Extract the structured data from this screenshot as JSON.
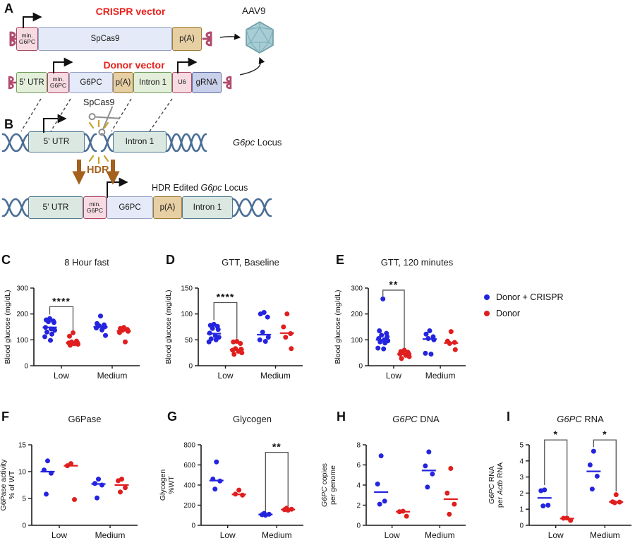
{
  "colors": {
    "blue": "#2424DF",
    "red": "#E01E1E",
    "title_red": "#E8221C",
    "hdr_brown": "#A4601C",
    "helix": "#4A6E96",
    "itr": "#B24A6E",
    "axis": "#1A1A1A",
    "aav_fill": "#A9CDD4",
    "aav_stroke": "#6D9AA4"
  },
  "diagram": {
    "panel_a_letter": "A",
    "panel_b_letter": "B",
    "aav_label": "AAV9",
    "crispr_vector": {
      "title": "CRISPR vector",
      "promoter_l1": "min.",
      "promoter_l2": "G6PC",
      "cds": "SpCas9",
      "pa": "p(A)"
    },
    "donor_vector": {
      "title": "Donor vector",
      "utr5": "5' UTR",
      "promoter_l1": "min.",
      "promoter_l2": "G6PC",
      "cds": "G6PC",
      "pa": "p(A)",
      "intron": "Intron 1",
      "u6": "U6",
      "grna": "gRNA"
    },
    "cut_enzyme": "SpCas9",
    "hdr": "HDR",
    "locus": {
      "utr5": "5' UTR",
      "intron": "Intron 1",
      "gene": "G6pc",
      "rest": " Locus"
    },
    "edited": {
      "prefix": "HDR Edited ",
      "gene": "G6pc",
      "suffix": " Locus",
      "utr5": "5' UTR",
      "promoter_l1": "min.",
      "promoter_l2": "G6PC",
      "cds": "G6PC",
      "pa": "p(A)",
      "intron": "Intron 1"
    }
  },
  "legend": {
    "items": [
      {
        "label": "Donor + CRISPR",
        "color": "blue"
      },
      {
        "label": "Donor",
        "color": "red"
      }
    ]
  },
  "chart_data": [
    {
      "letter": "C",
      "type": "scatter",
      "title": [
        "8 Hour fast"
      ],
      "ylabel": [
        [
          "Blood glucose (mg/dL)"
        ]
      ],
      "ylim": [
        0,
        300
      ],
      "yticks": [
        0,
        100,
        200,
        300
      ],
      "categories": [
        "Low",
        "Medium"
      ],
      "series": [
        {
          "group": "Low",
          "name": "Donor + CRISPR",
          "color": "blue",
          "values": [
            182,
            177,
            173,
            170,
            167,
            148,
            142,
            137,
            130,
            122,
            112,
            98
          ],
          "mean": 148
        },
        {
          "group": "Low",
          "name": "Donor",
          "color": "red",
          "values": [
            127,
            114,
            95,
            92,
            90,
            88,
            85,
            83,
            79
          ],
          "mean": 88
        },
        {
          "group": "Medium",
          "name": "Donor + CRISPR",
          "color": "blue",
          "values": [
            192,
            163,
            158,
            154,
            150,
            146,
            138,
            117
          ],
          "mean": 150
        },
        {
          "group": "Medium",
          "name": "Donor",
          "color": "red",
          "values": [
            148,
            144,
            140,
            137,
            133,
            128,
            92
          ],
          "mean": 135
        }
      ],
      "sig": [
        {
          "l": 0,
          "r": 1,
          "top": 228,
          "ldrop": 198,
          "rdrop": 135,
          "label": "****"
        }
      ]
    },
    {
      "letter": "D",
      "type": "scatter",
      "title": [
        "GTT, Baseline"
      ],
      "ylabel": [
        [
          "Blood glucose (mg/dL)"
        ]
      ],
      "ylim": [
        0,
        150
      ],
      "yticks": [
        0,
        50,
        100,
        150
      ],
      "categories": [
        "Low",
        "Medium"
      ],
      "series": [
        {
          "group": "Low",
          "name": "Donor + CRISPR",
          "color": "blue",
          "values": [
            80,
            78,
            76,
            72,
            70,
            63,
            58,
            55,
            52,
            50,
            46
          ],
          "mean": 62
        },
        {
          "group": "Low",
          "name": "Donor",
          "color": "red",
          "values": [
            47,
            46,
            43,
            33,
            32,
            30,
            28,
            25,
            22
          ],
          "mean": 31
        },
        {
          "group": "Medium",
          "name": "Donor + CRISPR",
          "color": "blue",
          "values": [
            103,
            100,
            94,
            65,
            55,
            50,
            47
          ],
          "mean": 60
        },
        {
          "group": "Medium",
          "name": "Donor",
          "color": "red",
          "values": [
            100,
            75,
            62,
            55,
            33
          ],
          "mean": 63
        }
      ],
      "sig": [
        {
          "l": 0,
          "r": 1,
          "top": 122,
          "ldrop": 88,
          "rdrop": 52,
          "label": "****"
        }
      ]
    },
    {
      "letter": "E",
      "type": "scatter",
      "title": [
        "GTT, 120 minutes"
      ],
      "ylabel": [
        [
          "Blood glucose (mg/dL)"
        ]
      ],
      "ylim": [
        0,
        300
      ],
      "yticks": [
        0,
        100,
        200,
        300
      ],
      "categories": [
        "Low",
        "Medium"
      ],
      "series": [
        {
          "group": "Low",
          "name": "Donor + CRISPR",
          "color": "blue",
          "values": [
            258,
            135,
            125,
            118,
            112,
            105,
            100,
            96,
            92,
            88,
            68,
            65
          ],
          "mean": 100
        },
        {
          "group": "Low",
          "name": "Donor",
          "color": "red",
          "values": [
            60,
            55,
            52,
            50,
            47,
            45,
            40,
            35,
            28
          ],
          "mean": 45
        },
        {
          "group": "Medium",
          "name": "Donor + CRISPR",
          "color": "blue",
          "values": [
            135,
            122,
            112,
            105,
            100,
            48,
            45
          ],
          "mean": 103
        },
        {
          "group": "Medium",
          "name": "Donor",
          "color": "red",
          "values": [
            132,
            95,
            90,
            86,
            62
          ],
          "mean": 88
        }
      ],
      "sig": [
        {
          "l": 0,
          "r": 1,
          "top": 292,
          "ldrop": 268,
          "rdrop": 66,
          "label": "**"
        }
      ]
    },
    {
      "letter": "F",
      "type": "scatter",
      "title": [
        "G6Pase"
      ],
      "ylabel": [
        [
          "G6Pase activity"
        ],
        [
          "% of WT"
        ]
      ],
      "ylim": [
        0,
        15
      ],
      "yticks": [
        0,
        5,
        10,
        15
      ],
      "categories": [
        "Low",
        "Medium"
      ],
      "series": [
        {
          "group": "Low",
          "name": "Donor + CRISPR",
          "color": "blue",
          "values": [
            12.0,
            10.3,
            9.7,
            5.8
          ],
          "mean": 10.0
        },
        {
          "group": "Low",
          "name": "Donor",
          "color": "red",
          "values": [
            11.5,
            11.1,
            4.8
          ],
          "mean": 11.1
        },
        {
          "group": "Medium",
          "name": "Donor + CRISPR",
          "color": "blue",
          "values": [
            8.6,
            7.8,
            7.5,
            5.1
          ],
          "mean": 7.7
        },
        {
          "group": "Medium",
          "name": "Donor",
          "color": "red",
          "values": [
            8.6,
            8.3,
            7.0,
            6.2
          ],
          "mean": 7.5
        }
      ],
      "sig": []
    },
    {
      "letter": "G",
      "type": "scatter",
      "title": [
        "Glycogen"
      ],
      "ylabel": [
        [
          "Glycogen"
        ],
        [
          "%WT"
        ]
      ],
      "ylim": [
        0,
        800
      ],
      "yticks": [
        0,
        200,
        400,
        600,
        800
      ],
      "categories": [
        "Low",
        "Medium"
      ],
      "series": [
        {
          "group": "Low",
          "name": "Donor + CRISPR",
          "color": "blue",
          "values": [
            630,
            460,
            440,
            360
          ],
          "mean": 445
        },
        {
          "group": "Low",
          "name": "Donor",
          "color": "red",
          "values": [
            350,
            310,
            300
          ],
          "mean": 307
        },
        {
          "group": "Medium",
          "name": "Donor + CRISPR",
          "color": "blue",
          "values": [
            100,
            105,
            110,
            118
          ],
          "mean": 107
        },
        {
          "group": "Medium",
          "name": "Donor",
          "color": "red",
          "values": [
            150,
            155,
            160,
            170
          ],
          "mean": 156
        }
      ],
      "sig": [
        {
          "l": 2,
          "r": 3,
          "top": 725,
          "ldrop": 135,
          "rdrop": 190,
          "label": "**"
        }
      ]
    },
    {
      "letter": "H",
      "type": "scatter",
      "title": [
        {
          "t": "G6PC",
          "i": true
        },
        {
          "t": " DNA"
        }
      ],
      "ylabel": [
        [
          {
            "t": "G6PC",
            "i": true
          },
          {
            "t": " copies"
          }
        ],
        [
          "per genome"
        ]
      ],
      "ylim": [
        0,
        8
      ],
      "yticks": [
        0,
        2,
        4,
        6,
        8
      ],
      "categories": [
        "Low",
        "Medium"
      ],
      "series": [
        {
          "group": "Low",
          "name": "Donor + CRISPR",
          "color": "blue",
          "values": [
            6.9,
            4.1,
            2.4,
            2.1
          ],
          "mean": 3.3
        },
        {
          "group": "Low",
          "name": "Donor",
          "color": "red",
          "values": [
            1.4,
            1.35,
            0.9
          ],
          "mean": 1.35
        },
        {
          "group": "Medium",
          "name": "Donor + CRISPR",
          "color": "blue",
          "values": [
            7.3,
            5.9,
            5.1,
            3.8
          ],
          "mean": 5.45
        },
        {
          "group": "Medium",
          "name": "Donor",
          "color": "red",
          "values": [
            5.65,
            3.2,
            2.1,
            1.1
          ],
          "mean": 2.6
        }
      ],
      "sig": []
    },
    {
      "letter": "I",
      "type": "scatter",
      "title": [
        {
          "t": "G6PC",
          "i": true
        },
        {
          "t": " RNA"
        }
      ],
      "ylabel": [
        [
          {
            "t": "G6PC",
            "i": true
          },
          {
            "t": " RNA"
          }
        ],
        [
          "per ",
          {
            "t": "Actb",
            "i": true
          },
          {
            "t": " RNA"
          }
        ]
      ],
      "ylim": [
        0,
        5
      ],
      "yticks": [
        0,
        1,
        2,
        3,
        4,
        5
      ],
      "categories": [
        "Low",
        "Medium"
      ],
      "series": [
        {
          "group": "Low",
          "name": "Donor + CRISPR",
          "color": "blue",
          "values": [
            2.2,
            2.15,
            1.25,
            1.2
          ],
          "mean": 1.7
        },
        {
          "group": "Low",
          "name": "Donor",
          "color": "red",
          "values": [
            0.45,
            0.44,
            0.3
          ],
          "mean": 0.42
        },
        {
          "group": "Medium",
          "name": "Donor + CRISPR",
          "color": "blue",
          "values": [
            4.6,
            3.75,
            3.05,
            2.25
          ],
          "mean": 3.35
        },
        {
          "group": "Medium",
          "name": "Donor",
          "color": "red",
          "values": [
            1.9,
            1.46,
            1.44,
            1.4
          ],
          "mean": 1.45
        }
      ],
      "sig": [
        {
          "l": 0,
          "r": 1,
          "top": 5.3,
          "ldrop": 2.5,
          "rdrop": 0.62,
          "label": "*"
        },
        {
          "l": 2,
          "r": 3,
          "top": 5.3,
          "ldrop": 4.85,
          "rdrop": 2.1,
          "label": "*"
        }
      ]
    }
  ]
}
